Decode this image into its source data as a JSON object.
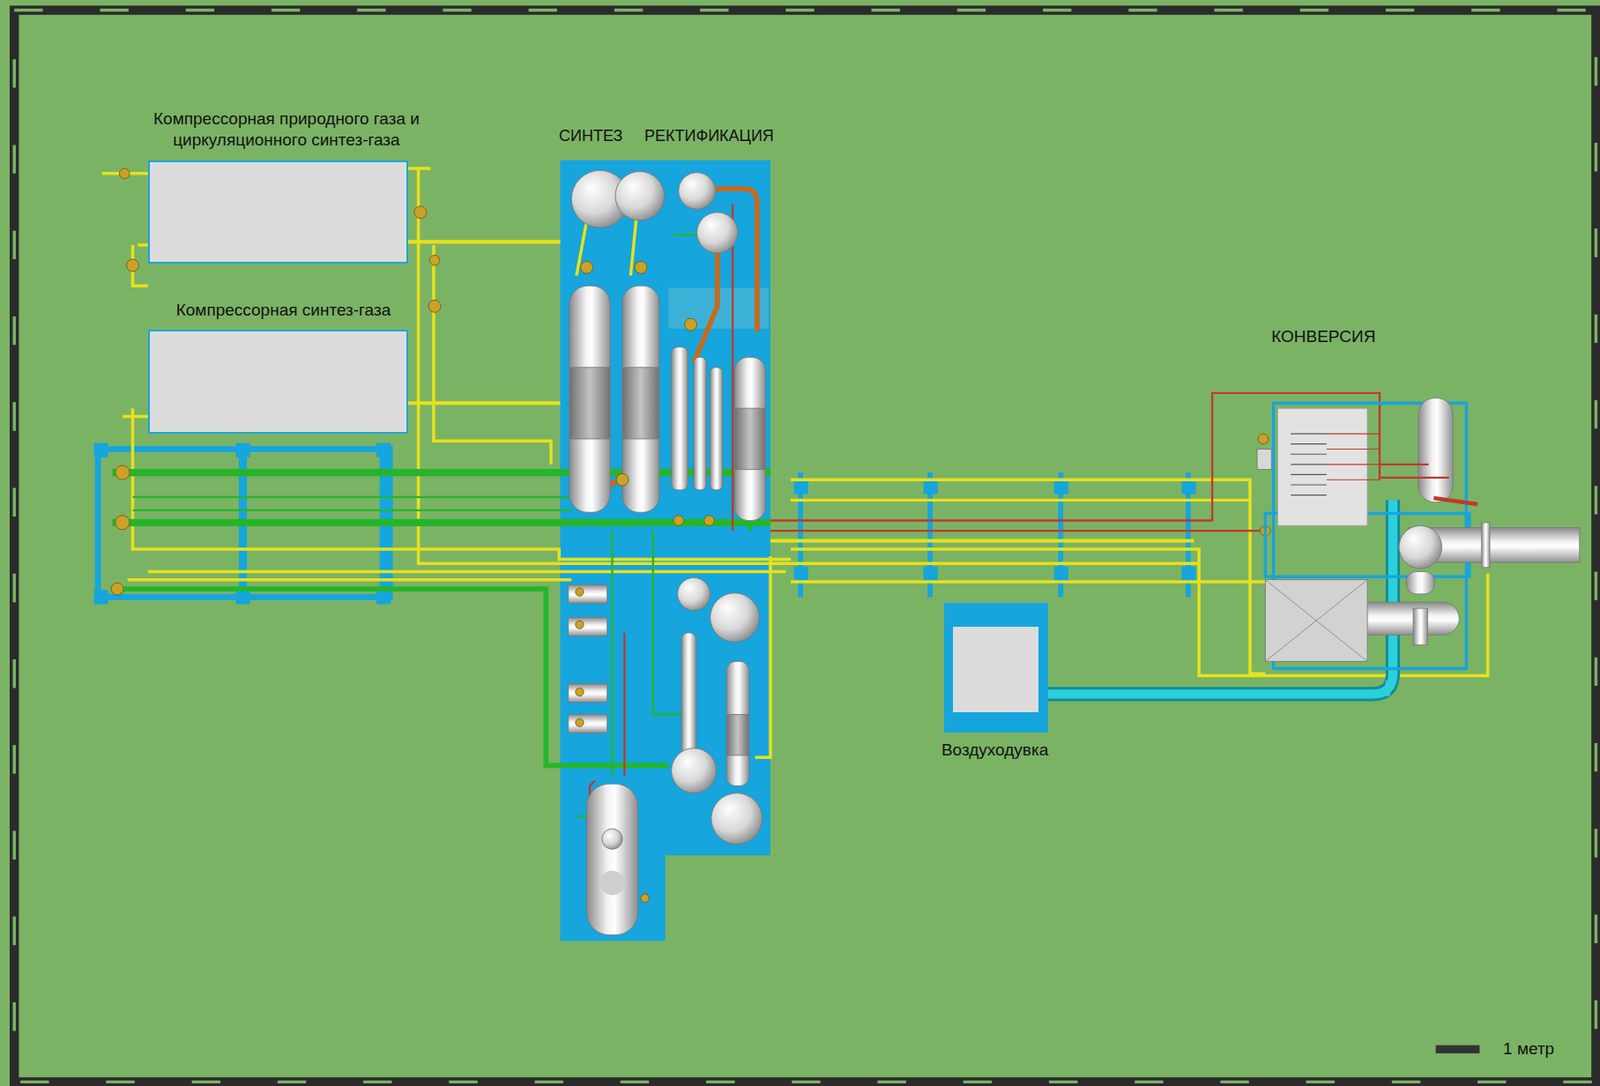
{
  "diagram": {
    "nodes": [
      {
        "text": [
          "Компрессорная природного газа и циркуляционного синтез-газа"
        ]
      },
      {
        "text": [
          "СИНТЕЗ",
          "РЕКТИФИКАЦИЯ"
        ]
      },
      {
        "text": [
          "Компрессорная синтез-газа"
        ]
      },
      {
        "text": [
          "КОНВЕРСИЯ"
        ]
      },
      {
        "text": [
          "Воздуходувка"
        ]
      }
    ],
    "edges": [
      {
        "from": 0,
        "to": 1,
        "arrow": "none"
      },
      {
        "from": 2,
        "to": 1,
        "arrow": "none"
      },
      {
        "from": 1,
        "to": 3,
        "arrow": "none"
      },
      {
        "from": 4,
        "to": 3,
        "arrow": "none"
      }
    ],
    "labels": [
      "1 метр"
    ]
  }
}
